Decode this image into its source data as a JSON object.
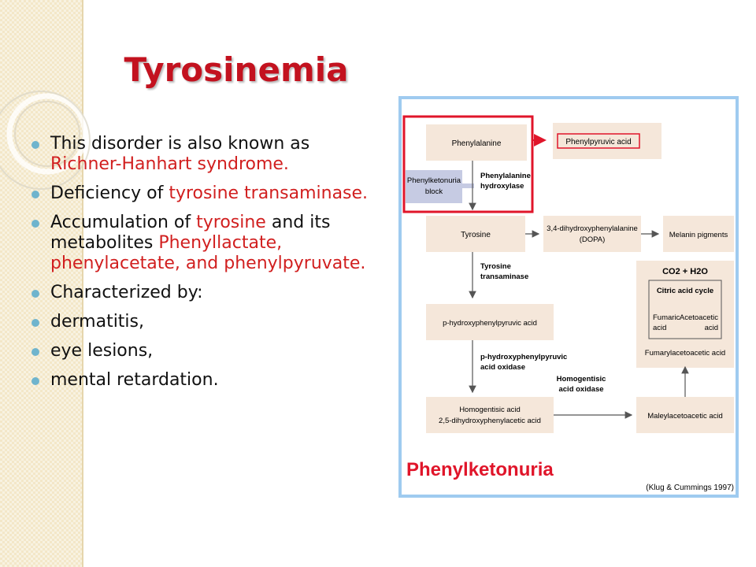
{
  "slide": {
    "title": "Tyrosinemia",
    "bullets": [
      {
        "parts": [
          {
            "text": "This disorder is also known as ",
            "red": false
          },
          {
            "text": "Richner-Hanhart syndrome.",
            "red": true
          }
        ]
      },
      {
        "parts": [
          {
            "text": "Deficiency of ",
            "red": false
          },
          {
            "text": "tyrosine transaminase.",
            "red": true
          }
        ]
      },
      {
        "parts": [
          {
            "text": "Accumulation of  ",
            "red": false
          },
          {
            "text": "tyrosine",
            "red": true
          },
          {
            "text": " and its metabolites ",
            "red": false
          },
          {
            "text": "Phenyllactate, phenylacetate, and phenylpyruvate.",
            "red": true
          }
        ]
      },
      {
        "parts": [
          {
            "text": "Characterized by:",
            "red": false
          }
        ]
      },
      {
        "parts": [
          {
            "text": "dermatitis,",
            "red": false
          }
        ]
      },
      {
        "parts": [
          {
            "text": " eye lesions,",
            "red": false
          }
        ]
      },
      {
        "parts": [
          {
            "text": "mental retardation.",
            "red": false
          }
        ]
      }
    ]
  },
  "diagram": {
    "phenylalanine": "Phenylalanine",
    "phenylpyruvic_acid": "Phenylpyruvic acid",
    "pku_block": [
      "Phenylketonuria",
      "block"
    ],
    "phe_hydroxylase": [
      "Phenylalanine",
      "hydroxylase"
    ],
    "tyrosine": "Tyrosine",
    "dopa": [
      "3,4-dihydroxyphenylalanine",
      "(DOPA)"
    ],
    "melanin": "Melanin pigments",
    "tyr_transaminase": [
      "Tyrosine",
      "transaminase"
    ],
    "co2_h2o": "CO2 + H2O",
    "citric_acid_cycle": "Citric acid cycle",
    "fumaric_acid": [
      "Fumaric",
      "acid"
    ],
    "acetoacetic_acid": [
      "Acetoacetic",
      "acid"
    ],
    "php_acid": "p-hydroxyphenylpyruvic acid",
    "fumarylacetoacetic": "Fumarylacetoacetic acid",
    "php_oxidase": [
      "p-hydroxyphenylpyruvic",
      "acid oxidase"
    ],
    "hga_oxidase": [
      "Homogentisic",
      "acid oxidase"
    ],
    "homogentisic": [
      "Homogentisic acid",
      "2,5-dihydroxyphenylacetic acid"
    ],
    "maleylacetoacetic": "Maleylacetoacetic acid",
    "caption": "Phenylketonuria",
    "credit": "(Klug & Cummings 1997)"
  },
  "colors": {
    "title": "#c3121f",
    "red_text": "#d11f1f",
    "bullet": "#6fb4cd",
    "figure_border": "#9fcbf0",
    "diagram_box": "#f5e7da"
  }
}
